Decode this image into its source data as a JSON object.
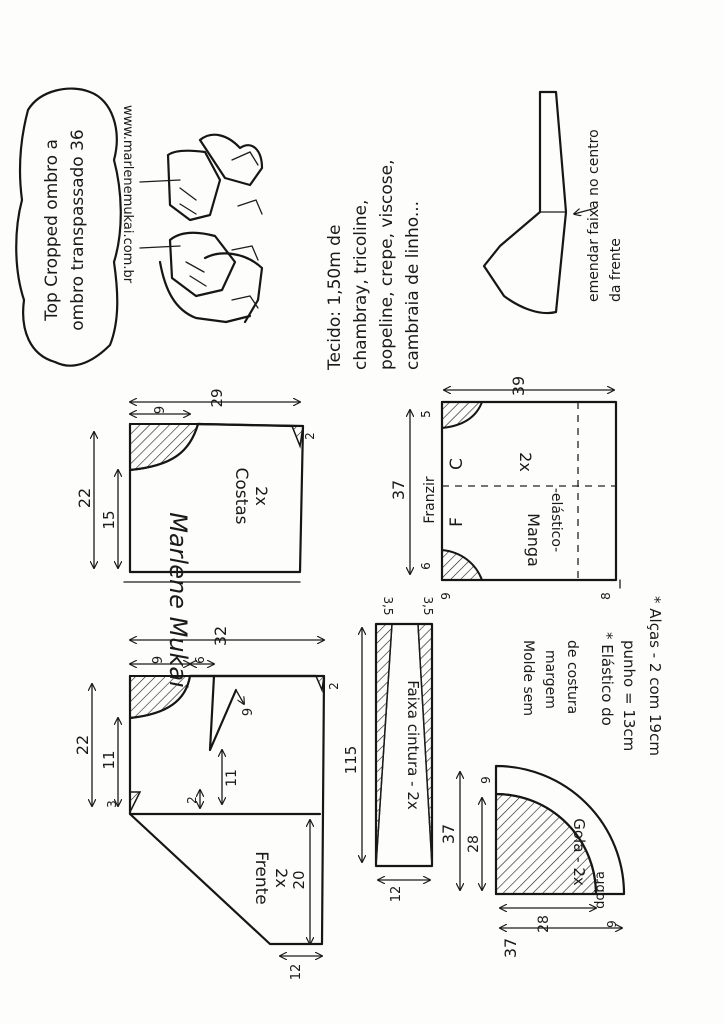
{
  "title": {
    "line1": "Top Cropped ombro a",
    "line2": "ombro transpassado 36"
  },
  "website": "www.marlenemukai.com.br",
  "fabric": {
    "line1": "Tecido: 1,50m de",
    "line2": "chambray, tricoline,",
    "line3": "popeline, crepe, viscose,",
    "line4": "cambraia de linho..."
  },
  "strap_note": {
    "line1": "emendar faixa no centro",
    "line2": "da frente"
  },
  "costas": {
    "name": "Costas",
    "qty": "2x",
    "dim_width": "22",
    "dim_length": "29",
    "dim_armhole": "15",
    "dim_top": "9",
    "dim_side": "2"
  },
  "manga": {
    "name": "Manga",
    "qty": "2x",
    "elastic": "-elástico-",
    "gather": "Franzir",
    "mark_f": "F",
    "mark_c": "C",
    "dim_width": "37",
    "dim_length": "39",
    "dim_cap_top": "5",
    "dim_cap_bottom": "6",
    "dim_base": "9",
    "dim_hem": "8"
  },
  "frente": {
    "name": "Frente",
    "qty": "2x",
    "dim_width": "22",
    "dim_length": "32",
    "dim_top": "9",
    "dim_shoulder": "6",
    "dim_side": "2",
    "dim_neck": "11",
    "dim_dart_len": "11",
    "dim_dart_w": "2",
    "dim_dart_tip": "9",
    "dim_corner": "3",
    "dim_hem": "20",
    "dim_bottom": "12"
  },
  "faixa": {
    "name": "Faixa cintura - 2x",
    "dim_length": "115",
    "dim_end1": "3,5",
    "dim_end2": "3,5",
    "dim_width": "12"
  },
  "notes": {
    "mold_l1": "Molde sem",
    "mold_l2": "margem",
    "mold_l3": "de costura",
    "elastic_l1": "* Elástico do",
    "elastic_l2": "punho = 13cm",
    "straps": "* Alças - 2 com 19cm"
  },
  "gola": {
    "name": "Gola - 2x",
    "fold": "dobra",
    "dim_outer": "37",
    "dim_inner": "28",
    "dim_outer_b": "37",
    "dim_inner_b": "28",
    "dim_band": "9",
    "dim_band_b": "9"
  },
  "signature": "Marlene Mukai"
}
